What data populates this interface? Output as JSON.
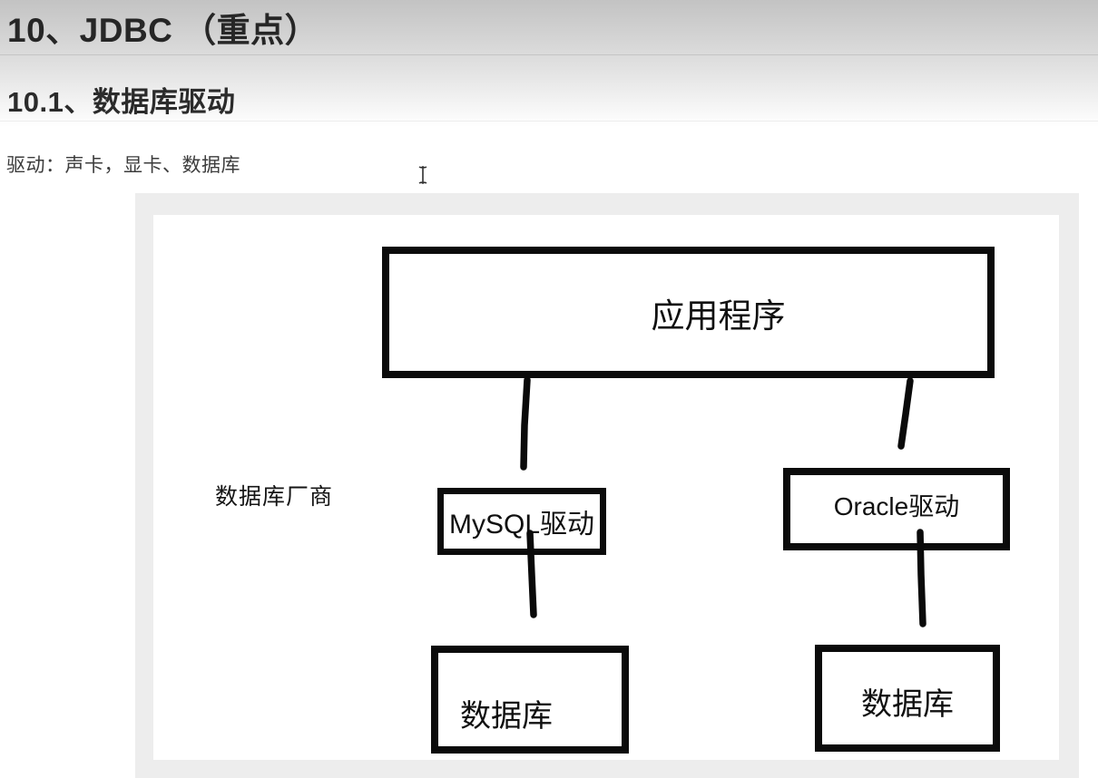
{
  "document": {
    "h1": "10、JDBC （重点）",
    "h2": "10.1、数据库驱动",
    "paragraph": "驱动：声卡，显卡、数据库"
  },
  "diagram": {
    "application": "应用程序",
    "vendor_label": "数据库厂商",
    "mysql_driver": "MySQL驱动",
    "oracle_driver": "Oracle驱动",
    "database_left": "数据库",
    "database_right": "数据库"
  },
  "colors": {
    "page_gradient_top": "#c3c3c3",
    "figure_background": "#ededed",
    "diagram_ink": "#0b0b0b",
    "heading_text": "#262626",
    "body_text": "#3c3c3c"
  }
}
